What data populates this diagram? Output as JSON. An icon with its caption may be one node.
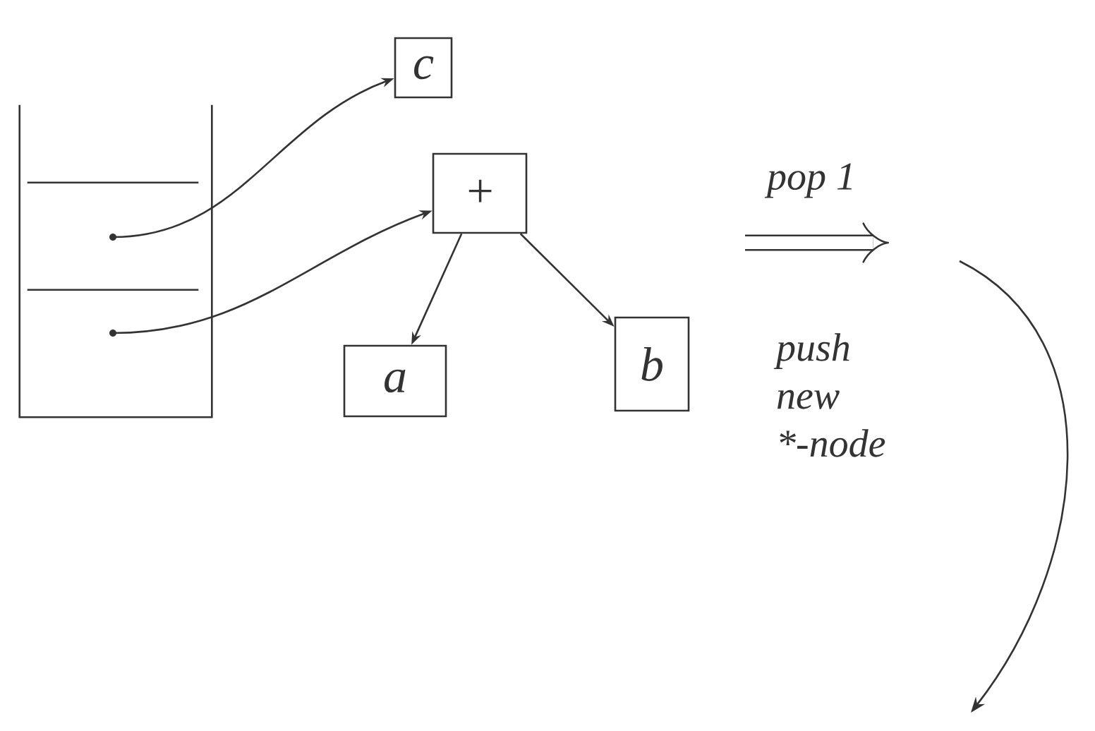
{
  "diagram": {
    "nodes": [
      {
        "text": [],
        "shape": "box"
      },
      {
        "text": [],
        "shape": "box",
        "in": 0
      },
      {
        "text": [],
        "shape": "box",
        "in": 0
      },
      {
        "text": [
          "c"
        ]
      },
      {
        "text": [
          "+"
        ]
      },
      {
        "text": [
          "a"
        ]
      },
      {
        "text": [
          "b"
        ]
      }
    ],
    "edges": [
      {
        "from": 1,
        "to": 3,
        "arrow": "to"
      },
      {
        "from": 2,
        "to": 4,
        "arrow": "to"
      },
      {
        "from": 4,
        "to": 5,
        "arrow": "to"
      },
      {
        "from": 4,
        "to": 6,
        "arrow": "to"
      }
    ],
    "labels": [
      "pop 1",
      "push new *-node"
    ]
  }
}
